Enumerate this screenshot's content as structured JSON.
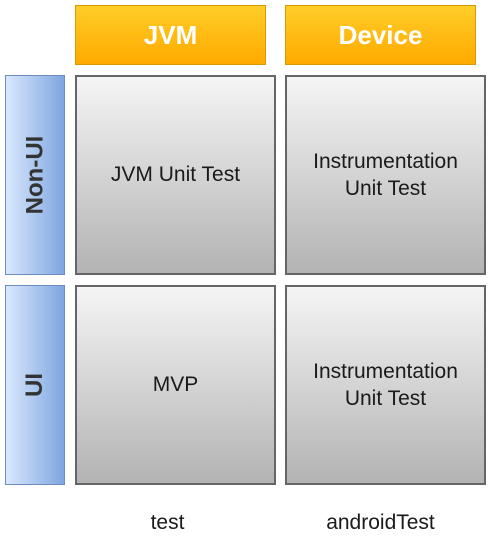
{
  "columns": [
    {
      "label": "JVM"
    },
    {
      "label": "Device"
    }
  ],
  "rows": [
    {
      "label": "Non-UI"
    },
    {
      "label": "UI"
    }
  ],
  "cells": [
    [
      "JVM Unit Test",
      "Instrumentation Unit Test"
    ],
    [
      "MVP",
      "Instrumentation Unit Test"
    ]
  ],
  "footers": [
    "test",
    "androidTest"
  ],
  "colors": {
    "header_orange_top": "#ffcd28",
    "header_orange_bottom": "#ffaa00",
    "row_blue_light": "#dae8fc",
    "row_blue_dark": "#7ea6e0",
    "cell_gray_top": "#f5f5f5",
    "cell_gray_bottom": "#b3b3b3"
  }
}
